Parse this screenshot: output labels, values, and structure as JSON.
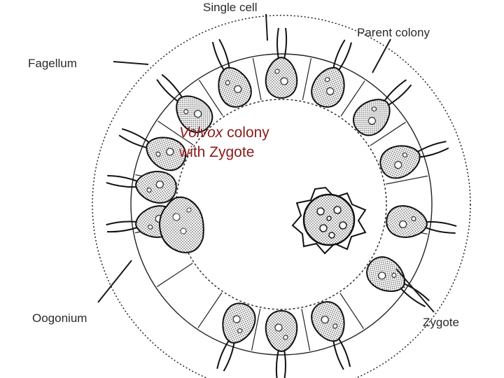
{
  "labels": {
    "single_cell": "Single cell",
    "parent_colony": "Parent  colony",
    "flagellum": "Fagellum",
    "oogonium": "Oogonium",
    "zygote": "Zygote"
  },
  "caption": {
    "genus": "Volvox",
    "line1_rest": " colony",
    "line2": "with Zygote"
  },
  "colors": {
    "caption": "#8b1a1a",
    "line": "#1a1a1a"
  }
}
